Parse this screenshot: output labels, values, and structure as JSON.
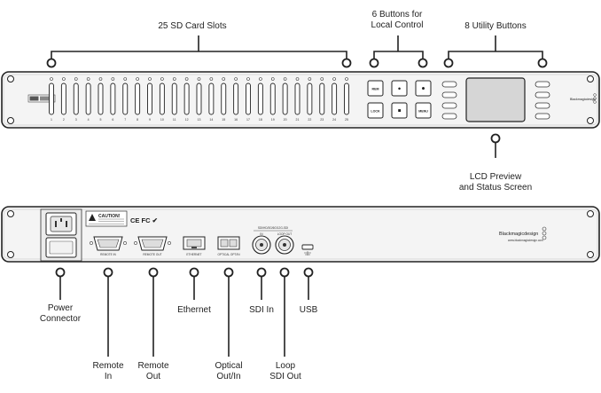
{
  "front_callouts": {
    "sd_slots": "25 SD Card Slots",
    "local_buttons_line1": "6 Buttons for",
    "local_buttons_line2": "Local Control",
    "utility_buttons": "8 Utility Buttons",
    "lcd_line1": "LCD Preview",
    "lcd_line2": "and Status Screen"
  },
  "rear_callouts": {
    "power_line1": "Power",
    "power_line2": "Connector",
    "remote_in_line1": "Remote",
    "remote_in_line2": "In",
    "remote_out_line1": "Remote",
    "remote_out_line2": "Out",
    "ethernet": "Ethernet",
    "optical_line1": "Optical",
    "optical_line2": "Out/In",
    "sdi_in": "SDI In",
    "loop_line1": "Loop",
    "loop_line2": "SDI Out",
    "usb": "USB"
  },
  "front_panel": {
    "slot_numbers": [
      "1",
      "2",
      "3",
      "4",
      "5",
      "6",
      "7",
      "8",
      "9",
      "10",
      "11",
      "12",
      "13",
      "14",
      "15",
      "16",
      "17",
      "18",
      "19",
      "20",
      "21",
      "22",
      "23",
      "24",
      "25"
    ],
    "button_labels": [
      "REM",
      "●",
      "⏺",
      "LOCK",
      "■",
      "MENU"
    ],
    "brand": "Blackmagicdesign"
  },
  "rear_panel": {
    "caution_title": "CAUTION!",
    "certification_marks": "CE FC ✔",
    "port_label_remote_in": "REMOTE IN",
    "port_label_remote_out": "REMOTE OUT",
    "port_label_ethernet": "ETHERNET",
    "port_label_optical": "OPTICAL OPT/IN",
    "sdi_header": "SDI/HD/3G/6G/12G-SDI",
    "sdi_in_label": "IN",
    "sdi_loop_label": "LOOP OUT",
    "brand": "Blackmagicdesign",
    "brand_url": "www.blackmagicdesign.com"
  },
  "colors": {
    "chassis": "#f4f4f4",
    "outline": "#222222",
    "lcd": "#d6d6d6"
  }
}
